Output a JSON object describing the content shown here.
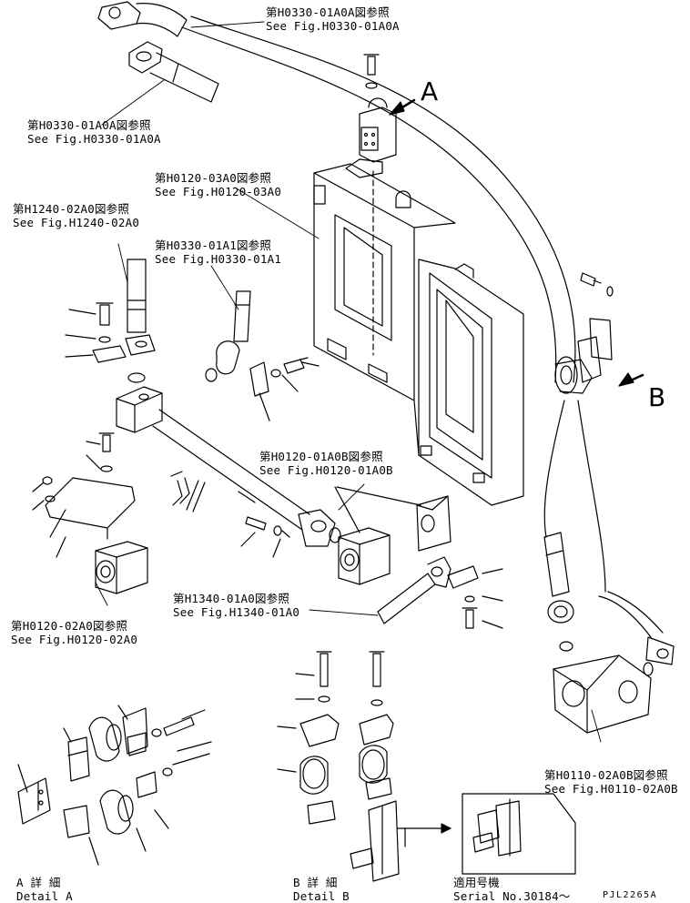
{
  "refs": {
    "h0330_01a0a_top": {
      "jp": "第H0330-01A0A図参照",
      "en": "See Fig.H0330-01A0A"
    },
    "h0330_01a0a_left": {
      "jp": "第H0330-01A0A図参照",
      "en": "See Fig.H0330-01A0A"
    },
    "h0120_03a0": {
      "jp": "第H0120-03A0図参照",
      "en": "See Fig.H0120-03A0"
    },
    "h1240_02a0": {
      "jp": "第H1240-02A0図参照",
      "en": "See Fig.H1240-02A0"
    },
    "h0330_01a1": {
      "jp": "第H0330-01A1図参照",
      "en": "See Fig.H0330-01A1"
    },
    "h0120_01a0b": {
      "jp": "第H0120-01A0B図参照",
      "en": "See Fig.H0120-01A0B"
    },
    "h1340_01a0": {
      "jp": "第H1340-01A0図参照",
      "en": "See Fig.H1340-01A0"
    },
    "h0120_02a0": {
      "jp": "第H0120-02A0図参照",
      "en": "See Fig.H0120-02A0"
    },
    "h0110_02a0b": {
      "jp": "第H0110-02A0B図参照",
      "en": "See Fig.H0110-02A0B"
    }
  },
  "views": {
    "a_marker": "A",
    "b_marker": "B",
    "detail_a_jp": "A 詳 細",
    "detail_a_en": "Detail A",
    "detail_b_jp": "B 詳 細",
    "detail_b_en": "Detail B"
  },
  "serial": {
    "jp": "適用号機",
    "en": "Serial No.30184〜"
  },
  "drawing_code": "PJL2265A",
  "colors": {
    "line": "#000000",
    "background": "#ffffff"
  }
}
